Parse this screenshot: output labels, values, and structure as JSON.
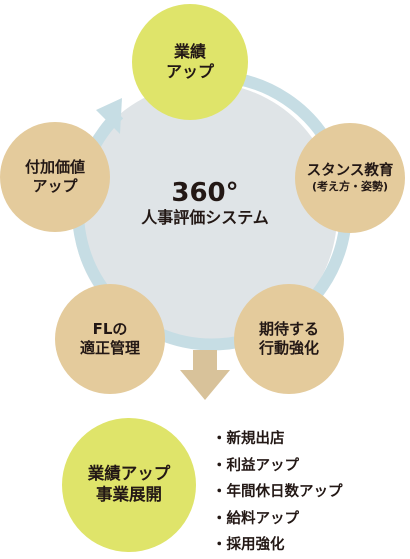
{
  "center": {
    "number": "360°",
    "title": "人事評価システム"
  },
  "nodes": {
    "top": {
      "line1": "業績",
      "line2": "アップ"
    },
    "right": {
      "line1": "スタンス教育",
      "line2": "(考え方・姿勢)"
    },
    "bottom_right": {
      "line1": "期待する",
      "line2": "行動強化"
    },
    "bottom_left": {
      "line1": "FLの",
      "line2": "適正管理"
    },
    "left": {
      "line1": "付加価値",
      "line2": "アップ"
    }
  },
  "result": {
    "line1": "業績アップ",
    "line2": "事業展開"
  },
  "outcomes": [
    "新規出店",
    "利益アップ",
    "年間休日数アップ",
    "給料アップ",
    "採用強化"
  ],
  "colors": {
    "yellow_green": "#dfe46a",
    "tan": "#e4cb9c",
    "cycle_fill": "#dfe4e7",
    "cycle_ring": "#c6dde4",
    "arrow": "#d8c29a"
  }
}
